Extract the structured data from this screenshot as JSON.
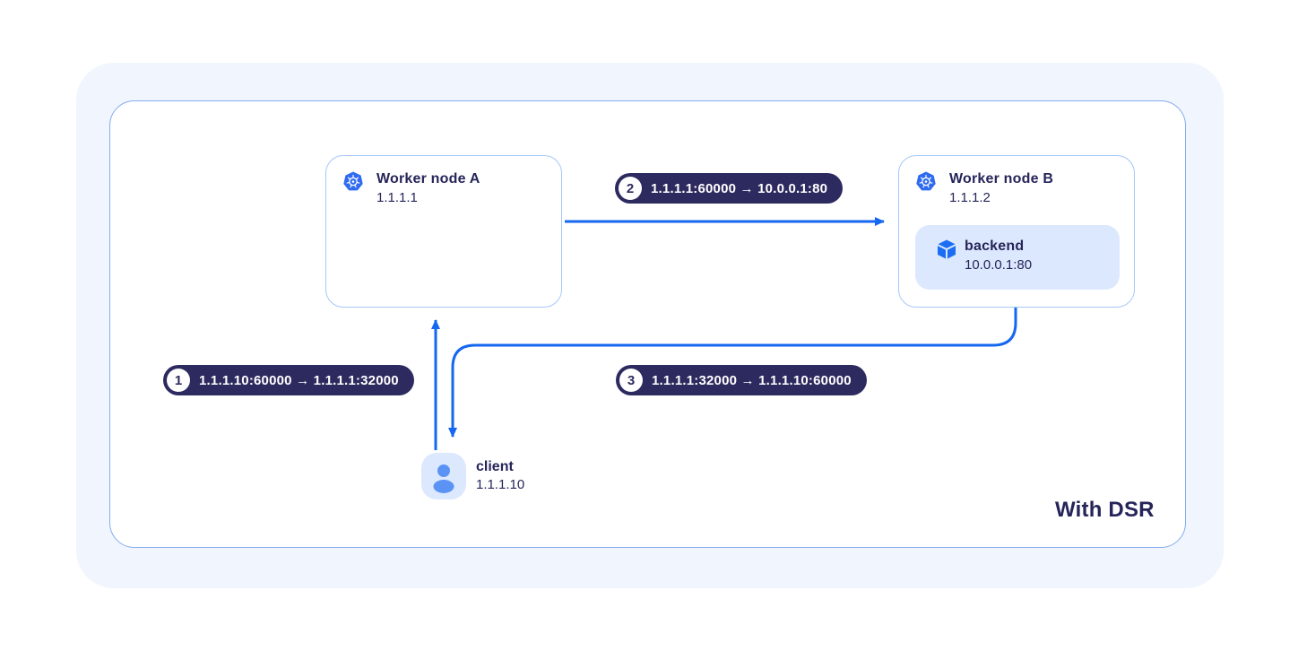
{
  "diagram": {
    "label": "With DSR",
    "nodes": {
      "nodeA": {
        "title": "Worker node A",
        "ip": "1.1.1.1",
        "icon": "kubernetes-icon"
      },
      "nodeB": {
        "title": "Worker node B",
        "ip": "1.1.1.2",
        "icon": "kubernetes-icon"
      },
      "backend": {
        "title": "backend",
        "address": "10.0.0.1:80",
        "icon": "cube-icon"
      },
      "client": {
        "title": "client",
        "ip": "1.1.1.10",
        "icon": "person-icon"
      }
    },
    "steps": [
      {
        "num": "1",
        "text": "1.1.1.10:60000 → 1.1.1.1:32000"
      },
      {
        "num": "2",
        "text": "1.1.1.1:60000 → 10.0.0.1:80"
      },
      {
        "num": "3",
        "text": "1.1.1.1:32000 → 1.1.1.10:60000"
      }
    ],
    "arrows": [
      {
        "name": "arrow-node-a-to-node-b",
        "from": "Worker node A",
        "to": "Worker node B"
      },
      {
        "name": "arrow-client-to-node-a",
        "from": "client",
        "to": "Worker node A"
      },
      {
        "name": "arrow-node-b-to-client",
        "from": "Worker node B",
        "to": "client"
      }
    ],
    "colors": {
      "arrow_blue": "#1667f0",
      "pill_bg": "#2d2a5f",
      "text_navy": "#26255a",
      "node_border": "#a6c7f8",
      "panel_border": "#84adf2",
      "outer_bg": "#f0f5fe",
      "chip_bg": "#dce8fd",
      "kubernetes_blue": "#2e6bf0",
      "cube_blue": "#1b6ef2",
      "person_blue": "#5b93f5"
    }
  }
}
